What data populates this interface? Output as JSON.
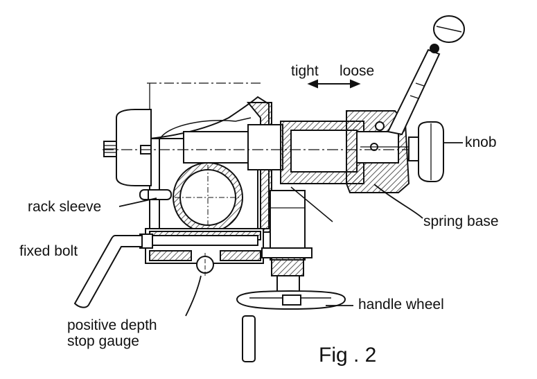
{
  "labels": {
    "tight": "tight",
    "loose": "loose",
    "knob": "knob",
    "rack_sleeve": "rack sleeve",
    "spring_base": "spring base",
    "fixed_bolt": "fixed bolt",
    "handle_wheel": "handle wheel",
    "positive_depth_line1": "positive depth",
    "positive_depth_line2": "stop gauge"
  },
  "figure_caption": "Fig . 2",
  "colors": {
    "ink": "#111111",
    "hatch": "#333333",
    "background": "#ffffff"
  }
}
